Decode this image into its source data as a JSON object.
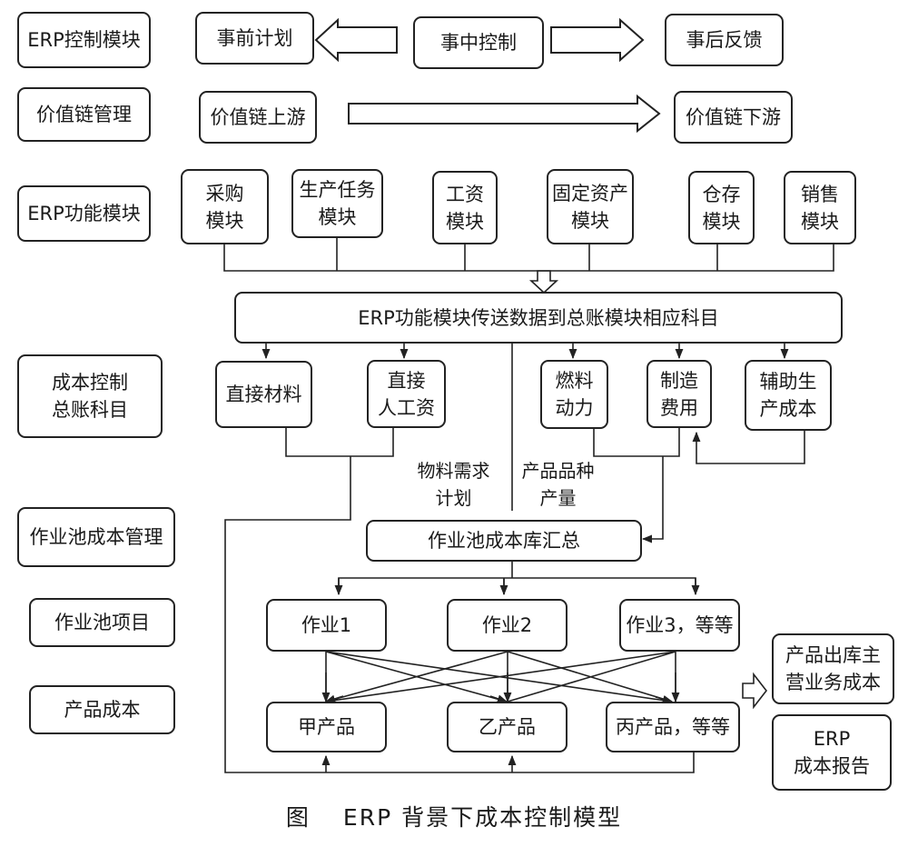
{
  "row_labels": {
    "control": "ERP控制模块",
    "value_chain": "价值链管理",
    "function": "ERP功能模块",
    "ledger": [
      "成本控制",
      "总账科目"
    ],
    "pool_mgmt": "作业池成本管理",
    "pool_items": "作业池项目",
    "product_cost": "产品成本"
  },
  "control": {
    "before": "事前计划",
    "during": "事中控制",
    "after": "事后反馈"
  },
  "value_chain": {
    "upstream": "价值链上游",
    "downstream": "价值链下游"
  },
  "modules": [
    {
      "lines": [
        "采购",
        "模块"
      ]
    },
    {
      "lines": [
        "生产任务",
        "模块"
      ]
    },
    {
      "lines": [
        "工资",
        "模块"
      ]
    },
    {
      "lines": [
        "固定资产",
        "模块"
      ]
    },
    {
      "lines": [
        "仓存",
        "模块"
      ]
    },
    {
      "lines": [
        "销售",
        "模块"
      ]
    }
  ],
  "transfer": "ERP功能模块传送数据到总账模块相应科目",
  "ledger_accounts": [
    {
      "lines": [
        "直接材料"
      ]
    },
    {
      "lines": [
        "直接",
        "人工资"
      ]
    },
    {
      "lines": [
        "燃料",
        "动力"
      ]
    },
    {
      "lines": [
        "制造",
        "费用"
      ]
    },
    {
      "lines": [
        "辅助生",
        "产成本"
      ]
    }
  ],
  "flow_labels": {
    "mrp": [
      "物料需求",
      "计划"
    ],
    "variety": [
      "产品品种",
      "产量"
    ]
  },
  "pool_summary": "作业池成本库汇总",
  "activities": [
    "作业1",
    "作业2",
    "作业3，等等"
  ],
  "products": [
    "甲产品",
    "乙产品",
    "丙产品，等等"
  ],
  "outputs": {
    "main_cost": [
      "产品出库主",
      "营业务成本"
    ],
    "report": [
      "ERP",
      "成本报告"
    ]
  },
  "caption": {
    "prefix": "图",
    "title": "ERP 背景下成本控制模型"
  }
}
